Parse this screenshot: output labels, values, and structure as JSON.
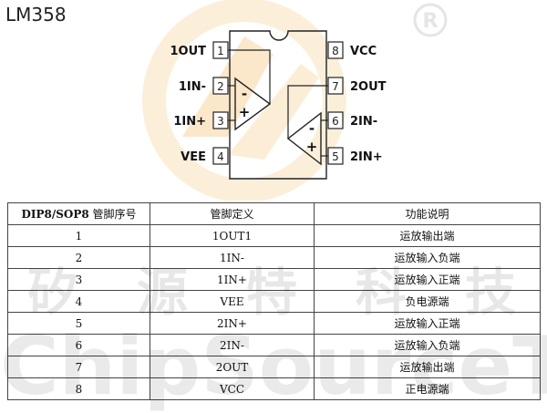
{
  "title": "LM358",
  "diagram": {
    "pins_left": [
      {
        "num": "1",
        "label": "1OUT"
      },
      {
        "num": "2",
        "label": "1IN-"
      },
      {
        "num": "3",
        "label": "1IN+"
      },
      {
        "num": "4",
        "label": "VEE"
      }
    ],
    "pins_right": [
      {
        "num": "8",
        "label": "VCC"
      },
      {
        "num": "7",
        "label": "2OUT"
      },
      {
        "num": "6",
        "label": "2IN-"
      },
      {
        "num": "5",
        "label": "2IN+"
      }
    ],
    "opamp_signs": {
      "minus": "-",
      "plus": "+"
    },
    "registered_mark": "®",
    "colors": {
      "outline": "#222222",
      "watermark_orange": "#f4b860",
      "watermark_pale": "#fbe3bd"
    }
  },
  "table": {
    "headers": {
      "col1_bold": "DIP8/SOP8",
      "col1_rest": " 管脚序号",
      "col2": "管脚定义",
      "col3": "功能说明"
    },
    "rows": [
      {
        "num": "1",
        "name": "1OUT1",
        "desc": "运放输出端"
      },
      {
        "num": "2",
        "name": "1IN-",
        "desc": "运放输入负端"
      },
      {
        "num": "3",
        "name": "1IN+",
        "desc": "运放输入正端"
      },
      {
        "num": "4",
        "name": "VEE",
        "desc": "负电源端"
      },
      {
        "num": "5",
        "name": "2IN+",
        "desc": "运放输入正端"
      },
      {
        "num": "6",
        "name": "2IN-",
        "desc": "运放输入负端"
      },
      {
        "num": "7",
        "name": "2OUT",
        "desc": "运放输出端"
      },
      {
        "num": "8",
        "name": "VCC",
        "desc": "正电源端"
      }
    ]
  },
  "watermark": {
    "chinese": [
      "矽",
      "源",
      "特",
      "科",
      "技"
    ],
    "english": "ChipSourceTek"
  }
}
